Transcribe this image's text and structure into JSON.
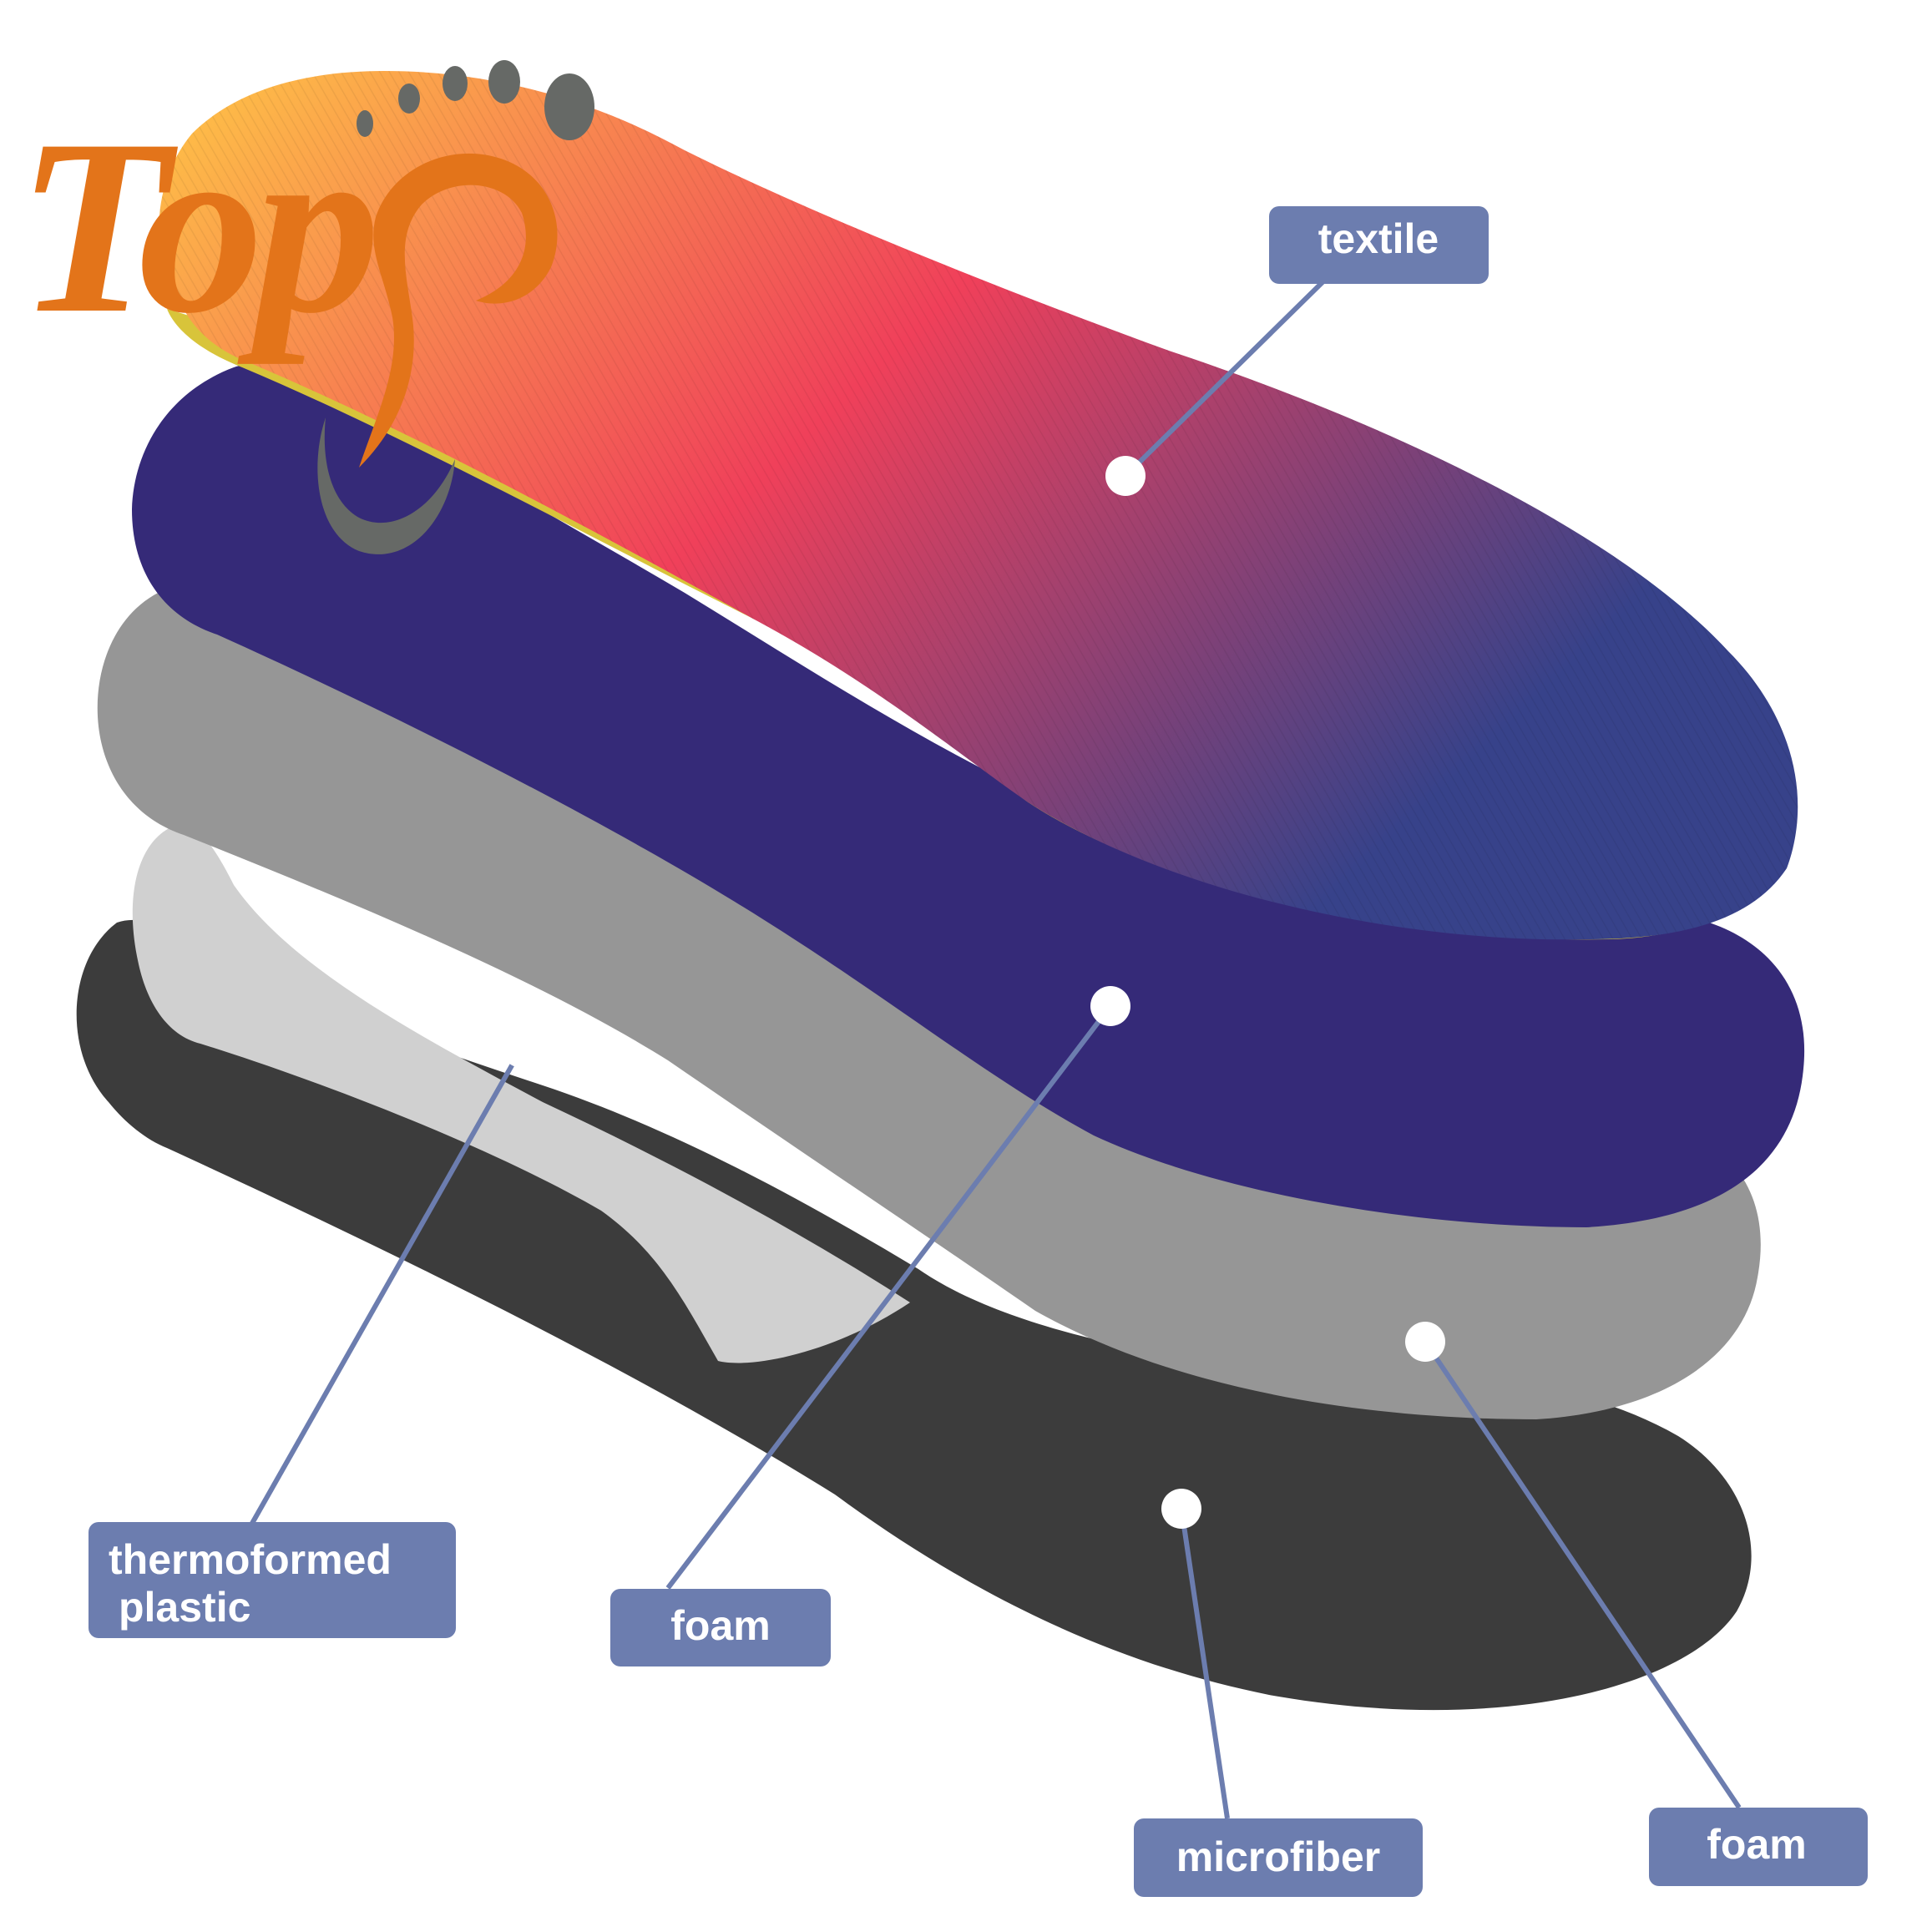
{
  "logo": {
    "text": "Top",
    "color": "#e3741a",
    "toe_color": "#666966"
  },
  "colors": {
    "label_box": "#6c7daf",
    "connector": "#6c7daf",
    "dot": "#ffffff",
    "layer_textile_heel": "#ffc646",
    "layer_textile_mid": "#f0405a",
    "layer_textile_toe": "#37428a",
    "layer_blue_foam": "#352a78",
    "layer_grey_foam": "#969696",
    "layer_thermoformed_plastic": "#d0d0d0",
    "layer_microfiber": "#3c3c3c"
  },
  "labels": {
    "textile": "textile",
    "thermoformed_line1": "thermoformed",
    "thermoformed_line2": "plastic",
    "foam_blue": "foam",
    "microfiber": "microfiber",
    "foam_grey": "foam"
  }
}
